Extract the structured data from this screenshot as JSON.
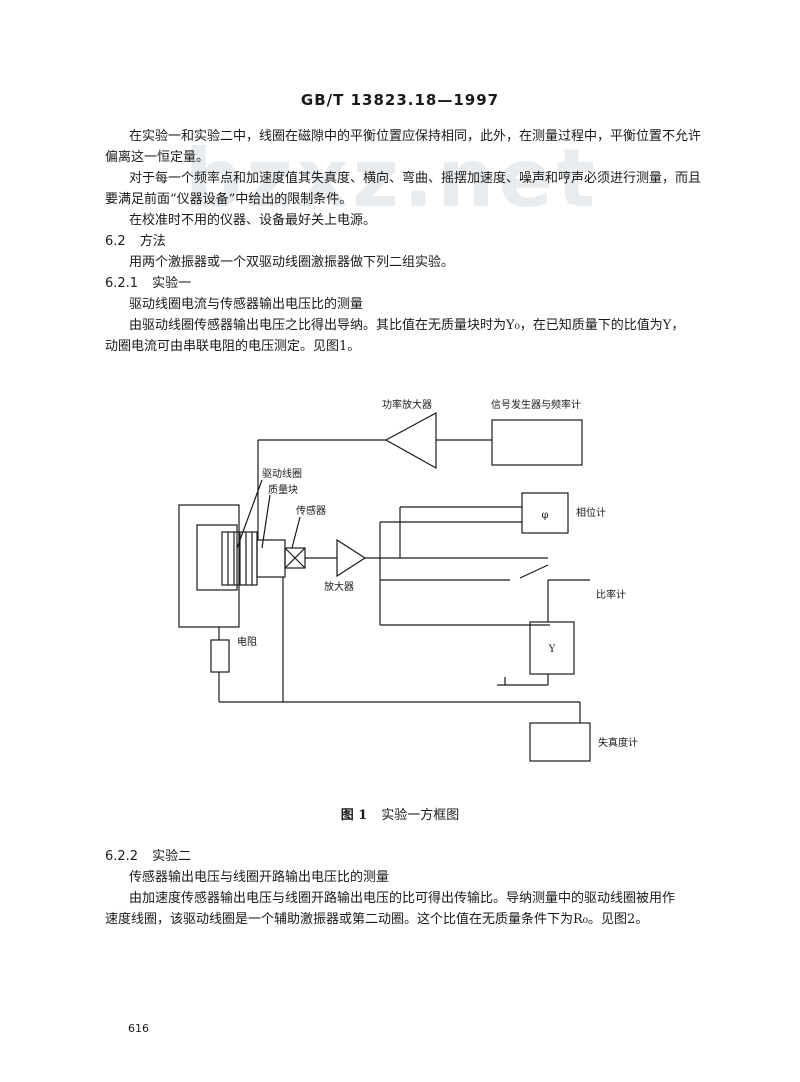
{
  "header": "GB/T 13823.18—1997",
  "watermark": "bzxz.net",
  "paragraphs": [
    "在实验一和实验二中，线圈在磁隙中的平衡位置应保持相同，此外，在测量过程中，平衡位置不允许",
    "偏离这一恒定量。",
    "对于每一个频率点和加速度值其失真度、横向、弯曲、摇摆加速度、噪声和哼声必须进行测量，而且",
    "要满足前面“仪器设备”中给出的限制条件。",
    "在校准时不用的仪器、设备最好关上电源。"
  ],
  "section_6_2": {
    "number": "6.2",
    "title": "方法"
  },
  "text_6_2": "用两个激振器或一个双驱动线圈激振器做下列二组实验。",
  "section_6_2_1": {
    "number": "6.2.1",
    "title": "实验一"
  },
  "text_6_2_1_a": "驱动线圈电流与传感器输出电压比的测量",
  "text_6_2_1_b": "由驱动线圈传感器输出电压之比得出导纳。其比值在无质量块时为Y₀，在已知质量下的比值为Y，",
  "text_6_2_1_c": "动圈电流可由串联电阻的电压测定。见图1。",
  "diagram": {
    "power_amp": "功率放大器",
    "signal_gen": "信号发生器与频率计",
    "drive_coil": "驱动线圈",
    "mass": "质量块",
    "sensor": "传感器",
    "phase_meter": "相位计",
    "phase_symbol": "φ",
    "amplifier": "放大器",
    "ratio_meter": "比率计",
    "ratio_symbol": "Y",
    "resistor": "电阻",
    "distortion_meter": "失真度计"
  },
  "figure1_caption": {
    "number": "图 1",
    "title": "实验一方框图"
  },
  "section_6_2_2": {
    "number": "6.2.2",
    "title": "实验二"
  },
  "text_6_2_2_a": "传感器输出电压与线圈开路输出电压比的测量",
  "text_6_2_2_b": "由加速度传感器输出电压与线圈开路输出电压的比可得出传输比。导纳测量中的驱动线圈被用作",
  "text_6_2_2_c": "速度线圈，该驱动线圈是一个辅助激振器或第二动圈。这个比值在无质量条件下为R₀。见图2。",
  "page_number": "616"
}
